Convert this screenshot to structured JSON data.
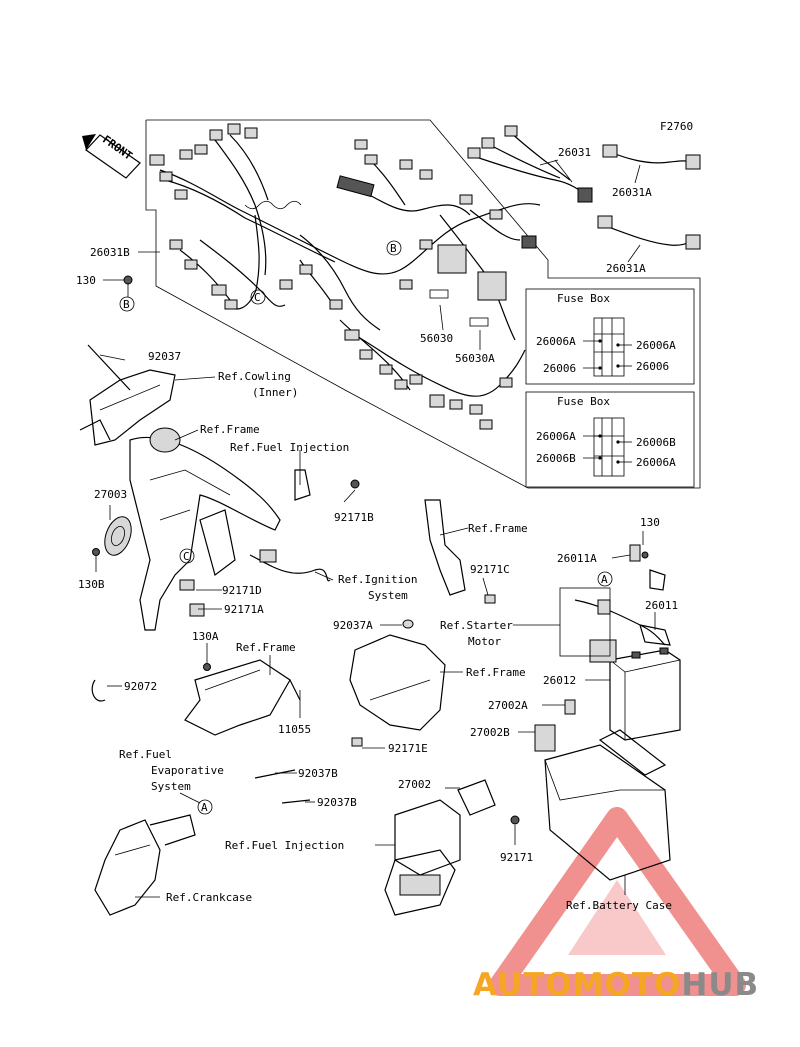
{
  "figure_code": "F2760",
  "front_arrow": "FRONT",
  "labels": {
    "p26031": "26031",
    "p26031A_1": "26031A",
    "p26031A_2": "26031A",
    "p26031B": "26031B",
    "p130_top": "130",
    "circle_b1": "B",
    "circle_b2": "B",
    "circle_c1": "C",
    "circle_c2": "C",
    "circle_a1": "A",
    "circle_a2": "A",
    "p56030": "56030",
    "p56030A": "56030A",
    "fusebox1_title": "Fuse Box",
    "fb1_l1": "26006A",
    "fb1_l2": "26006",
    "fb1_r1": "26006A",
    "fb1_r2": "26006",
    "fusebox2_title": "Fuse Box",
    "fb2_l1": "26006A",
    "fb2_l2": "26006B",
    "fb2_r1": "26006B",
    "fb2_r2": "26006A",
    "p92037_top": "92037",
    "ref_cowling_1": "Ref.Cowling",
    "ref_cowling_2": "(Inner)",
    "ref_frame_1": "Ref.Frame",
    "ref_fuel_inj_1": "Ref.Fuel Injection",
    "p27003": "27003",
    "p92171B": "92171B",
    "ref_frame_2": "Ref.Frame",
    "p130_right": "130",
    "p26011A": "26011A",
    "p92171C": "92171C",
    "p26011": "26011",
    "p130B": "130B",
    "p92171D": "92171D",
    "ref_ignition_1": "Ref.Ignition",
    "ref_ignition_2": "System",
    "p92171A": "92171A",
    "p92037A": "92037A",
    "ref_starter_1": "Ref.Starter",
    "ref_starter_2": "Motor",
    "p130A": "130A",
    "ref_frame_3": "Ref.Frame",
    "ref_frame_4": "Ref.Frame",
    "p26012": "26012",
    "p92072": "92072",
    "p27002A": "27002A",
    "p11055": "11055",
    "p27002B": "27002B",
    "p92171E": "92171E",
    "ref_fuel_evap_1": "Ref.Fuel",
    "ref_fuel_evap_2": "Evaporative",
    "ref_fuel_evap_3": "System",
    "p92037B_1": "92037B",
    "p92037B_2": "92037B",
    "p27002": "27002",
    "ref_fuel_inj_2": "Ref.Fuel Injection",
    "p92171": "92171",
    "ref_crankcase": "Ref.Crankcase",
    "ref_battery_case": "Ref.Battery Case"
  },
  "watermark": {
    "part1": "AUTOMOTO",
    "part2": "HUB",
    "color1": "#f5a623",
    "color2": "#8a8a8a",
    "triangle_color": "#e53935"
  }
}
